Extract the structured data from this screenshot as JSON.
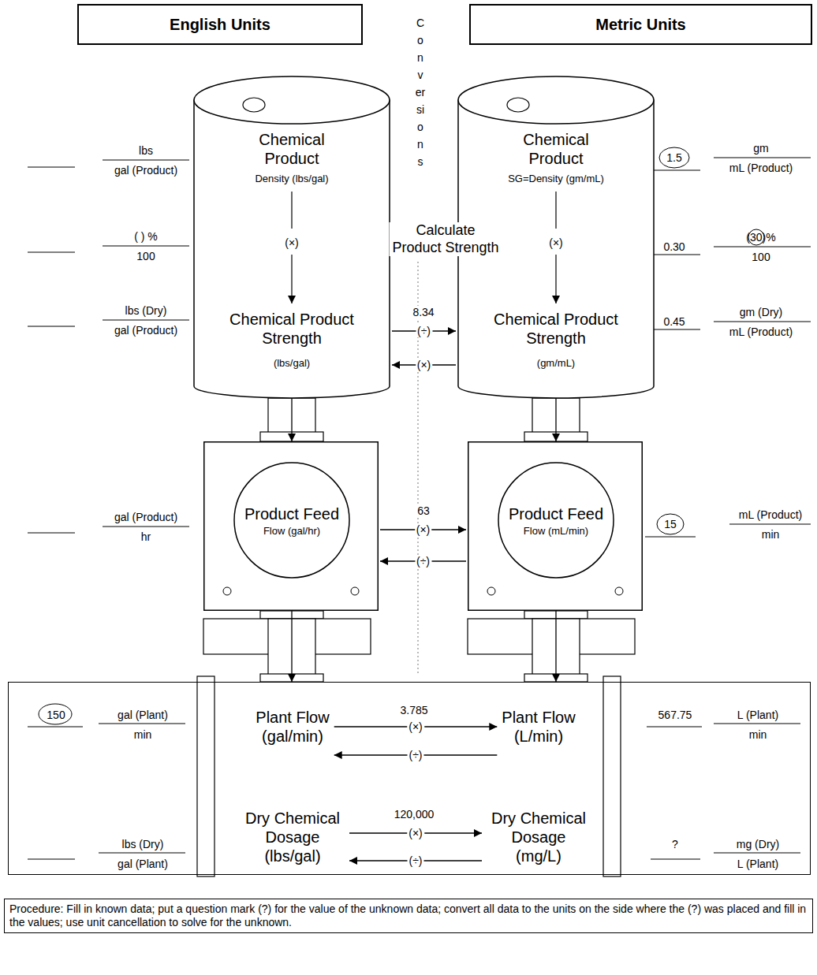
{
  "diagram": {
    "nodes": [
      {
        "text": [
          "English Units"
        ]
      },
      {
        "text": [
          "Metric Units"
        ]
      },
      {
        "text": [
          "Chemical Product",
          "Density (lbs/gal)",
          "(×)",
          "Chemical Product Strength",
          "(lbs/gal)"
        ]
      },
      {
        "text": [
          "Chemical Product",
          "SG=Density (gm/mL)",
          "(×)",
          "Chemical Product Strength",
          "(gm/mL)"
        ]
      },
      {
        "text": [
          "Product Feed",
          "Flow (gal/hr)"
        ]
      },
      {
        "text": [
          "Product Feed",
          "Flow (mL/min)"
        ]
      },
      {
        "text": [
          "150",
          "gal (Plant)",
          "min",
          "lbs (Dry)",
          "gal (Plant)",
          "567.75",
          "L (Plant)",
          "min",
          "?",
          "mg (Dry)",
          "L (Plant)"
        ]
      },
      {
        "text": [
          "Plant Flow",
          "(gal/min)"
        ],
        "in": 6
      },
      {
        "text": [
          "Plant Flow",
          "(L/min)"
        ],
        "in": 6
      },
      {
        "text": [
          "Dry Chemical Dosage",
          "(lbs/gal)"
        ],
        "in": 6
      },
      {
        "text": [
          "Dry Chemical Dosage",
          "(mg/L)"
        ],
        "in": 6
      },
      {
        "text": [
          "Procedure: Fill in known data; put a question mark (?) for the value of the unknown data; convert all data to the units on the side where the (?) was placed and fill in the values; use unit cancellation to solve for the unknown."
        ]
      }
    ],
    "edges": [
      {
        "from": 2,
        "to": 3,
        "arrow": "to",
        "label": "(÷)"
      },
      {
        "from": 3,
        "to": 2,
        "arrow": "to",
        "label": "(×)"
      },
      {
        "from": 2,
        "to": 4,
        "arrow": "to"
      },
      {
        "from": 3,
        "to": 5,
        "arrow": "to"
      },
      {
        "from": 4,
        "to": 5,
        "arrow": "to",
        "label": "(×)"
      },
      {
        "from": 5,
        "to": 4,
        "arrow": "to",
        "label": "(÷)"
      },
      {
        "from": 4,
        "to": 6,
        "arrow": "to"
      },
      {
        "from": 5,
        "to": 6,
        "arrow": "to"
      },
      {
        "from": 7,
        "to": 8,
        "arrow": "to",
        "label": "(×)"
      },
      {
        "from": 8,
        "to": 7,
        "arrow": "to",
        "label": "(÷)"
      },
      {
        "from": 9,
        "to": 10,
        "arrow": "to",
        "label": "(×)"
      },
      {
        "from": 10,
        "to": 9,
        "arrow": "to",
        "label": "(÷)"
      }
    ],
    "labels": [
      "Conversions",
      "Calculate Product Strength",
      "lbs",
      "gal (Product)",
      "( ) %",
      "100",
      "lbs (Dry)",
      "gal (Product)",
      "gal (Product)",
      "hr",
      "1.5",
      "gm",
      "mL (Product)",
      "0.30",
      "(30)%",
      "100",
      "0.45",
      "gm (Dry)",
      "mL (Product)",
      "15",
      "mL (Product)",
      "min",
      "8.34",
      "63",
      "3.785",
      "120,000"
    ]
  }
}
